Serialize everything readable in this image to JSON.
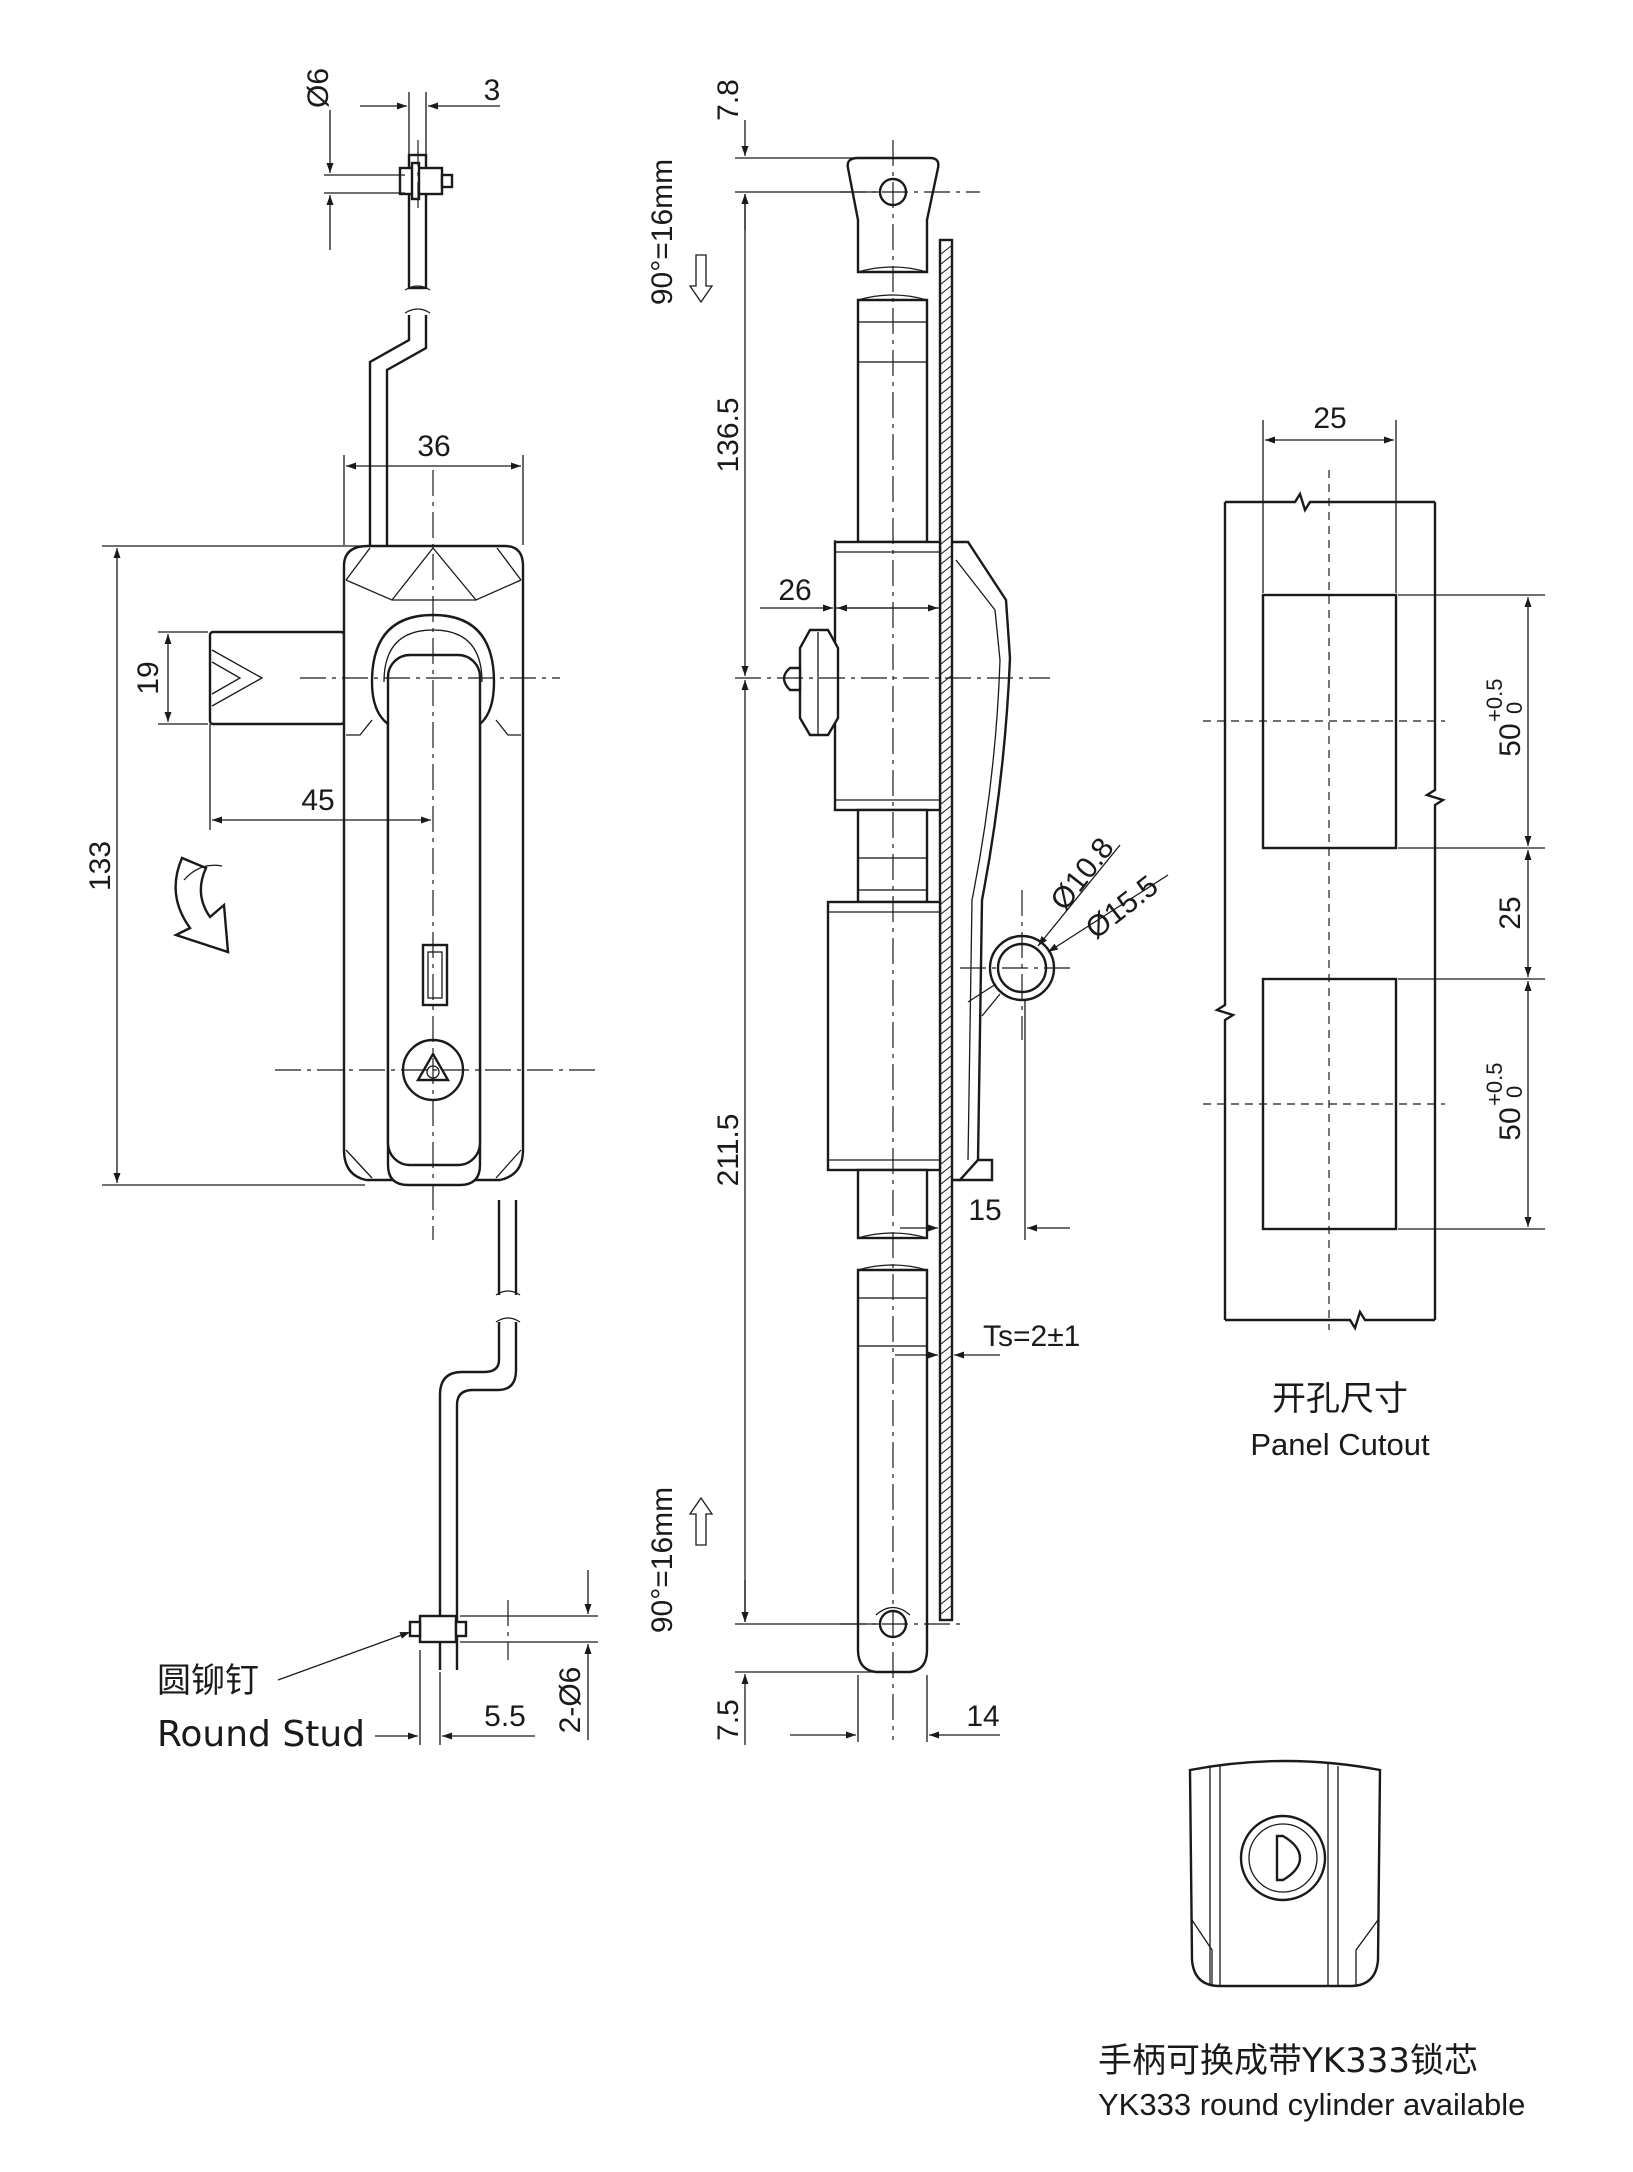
{
  "drawing": {
    "front_view": {
      "dims": {
        "rod_diameter": "Ø6",
        "rod_offset": "3",
        "body_width": "36",
        "overall_height": "133",
        "latch_height": "19",
        "latch_reach": "45",
        "bottom_offset": "5.5",
        "bottom_holes": "2-Ø6"
      },
      "round_stud_label_zh": "圆铆钉",
      "round_stud_label_en": "Round Stud"
    },
    "side_view": {
      "dims": {
        "top_offset": "7.8",
        "upper_stroke": "90°=16mm",
        "upper_length": "136.5",
        "handle_depth": "26",
        "knuckle_inner": "Ø10.8",
        "knuckle_outer": "Ø15.5",
        "lower_length": "211.5",
        "handle_projection": "15",
        "panel_thickness": "Ts=2±1",
        "lower_stroke": "90°=16mm",
        "bottom_offset": "7.5",
        "rod_width": "14"
      }
    },
    "panel_cutout": {
      "dims": {
        "cutout_width": "25",
        "cutout_height_1": "50",
        "cutout_gap": "25",
        "cutout_height_2": "50",
        "tolerance_upper": "+0.5",
        "tolerance_lower": "0"
      },
      "title_zh": "开孔尺寸",
      "title_en": "Panel Cutout"
    },
    "cylinder_option": {
      "caption_zh": "手柄可换成带YK333锁芯",
      "caption_en": "YK333 round cylinder available"
    }
  }
}
